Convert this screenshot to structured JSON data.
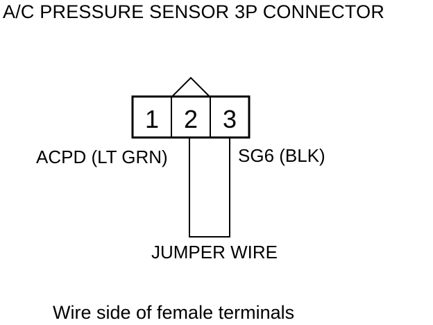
{
  "title": "A/C PRESSURE SENSOR 3P CONNECTOR",
  "terminals": [
    "1",
    "2",
    "3"
  ],
  "labels": {
    "left_wire": "ACPD (LT GRN)",
    "right_wire": "SG6 (BLK)",
    "jumper": "JUMPER WIRE"
  },
  "caption": "Wire side of female terminals",
  "colors": {
    "background": "#ffffff",
    "line": "#000000"
  }
}
